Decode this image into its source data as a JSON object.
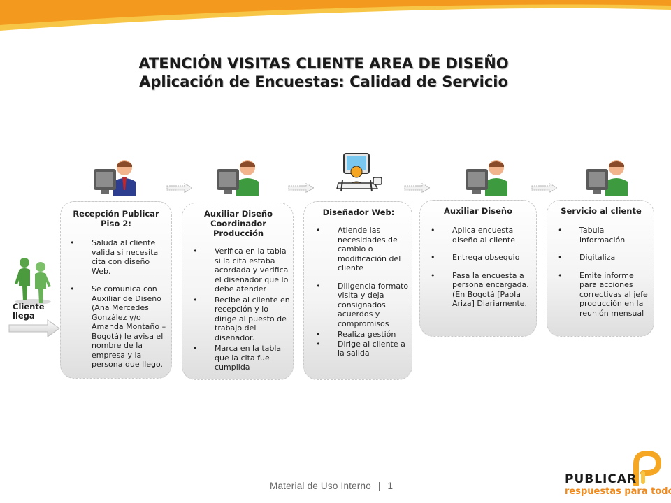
{
  "title": {
    "line1": "ATENCIÓN VISITAS CLIENTE AREA DE DISEÑO",
    "line2": "Aplicación de Encuestas: Calidad de Servicio"
  },
  "client": {
    "label": "Cliente llega",
    "icon": "two-people-icon"
  },
  "steps": [
    {
      "icon": "person-at-computer-icon",
      "title": "Recepción Publicar Piso 2:",
      "items": [
        "Saluda al cliente valida si necesita cita con diseño Web.",
        "Se comunica con Auxiliar de Diseño (Ana Mercedes González y/o Amanda Montaño – Bogotá) le avisa el nombre de la empresa y la persona que llego."
      ]
    },
    {
      "icon": "person-at-computer-icon",
      "title": "Auxiliar Diseño Coordinador Producción",
      "items": [
        "Verifica en la tabla si la cita estaba acordada y verifica el diseñador que lo debe atender",
        "Recibe al cliente en recepción y lo dirige al puesto de trabajo del diseñador.",
        "Marca en la tabla que la cita fue cumplida"
      ]
    },
    {
      "icon": "web-designer-icon",
      "title": "Diseñador Web:",
      "items": [
        "Atiende las necesidades de cambio o modificación del cliente",
        "Diligencia formato visita y deja consignados acuerdos y compromisos",
        "Realiza gestión",
        "Dirige al cliente a la salida"
      ]
    },
    {
      "icon": "person-at-computer-icon",
      "title": "Auxiliar Diseño",
      "items": [
        "Aplica encuesta diseño al cliente",
        "Entrega obsequio",
        "Pasa la encuesta a persona encargada. (En Bogotá [Paola Ariza] Diariamente."
      ]
    },
    {
      "icon": "person-at-computer-icon",
      "title": "Servicio al cliente",
      "items": [
        "Tabula información",
        "Digitaliza",
        "Emite informe para acciones correctivas al jefe producción en la reunión mensual"
      ]
    }
  ],
  "footer": {
    "text": "Material de Uso Interno",
    "page": "1"
  },
  "logo": {
    "name": "PUBLICAR",
    "tagline": "respuestas para todos"
  },
  "colors": {
    "accent_orange": "#f5a623",
    "accent_yellow": "#f8c646",
    "person_green": "#3e9a3e",
    "monitor_gray": "#555555",
    "text_dark": "#222222"
  }
}
